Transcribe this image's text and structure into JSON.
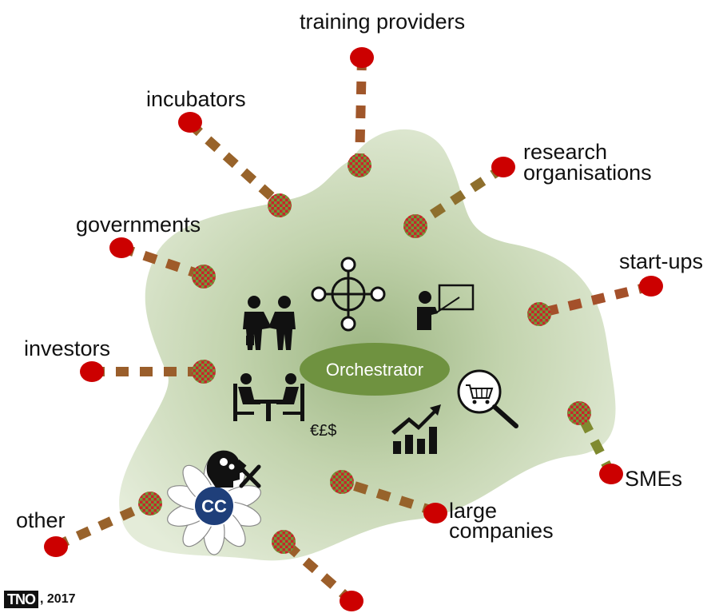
{
  "hub": {
    "label": "Orchestrator"
  },
  "actors": {
    "training_providers": "training providers",
    "incubators": "incubators",
    "research_line1": "research",
    "research_line2": "organisations",
    "governments": "governments",
    "start_ups": "start-ups",
    "investors": "investors",
    "smes": "SMEs",
    "large_line1": "large",
    "large_line2": "companies",
    "other": "other"
  },
  "icons": {
    "currency_text": "€£$",
    "cc_text": "CC",
    "names": [
      "handshake-icon",
      "network-hub-icon",
      "presenter-icon",
      "meeting-icon",
      "growth-chart-icon",
      "shopping-search-icon",
      "head-gears-icon",
      "tools-icon",
      "cc-flower-icon"
    ]
  },
  "footer": {
    "logo": "TNO",
    "year": ", 2017"
  },
  "colors": {
    "blob": "#c8d7b4",
    "hub": "#6f9240",
    "node_red": "#cc0000",
    "node_green": "#6f9a3a",
    "link_red": "#b8321a",
    "link_green": "#7c9a2e",
    "cc_blue": "#1f3f7a"
  }
}
